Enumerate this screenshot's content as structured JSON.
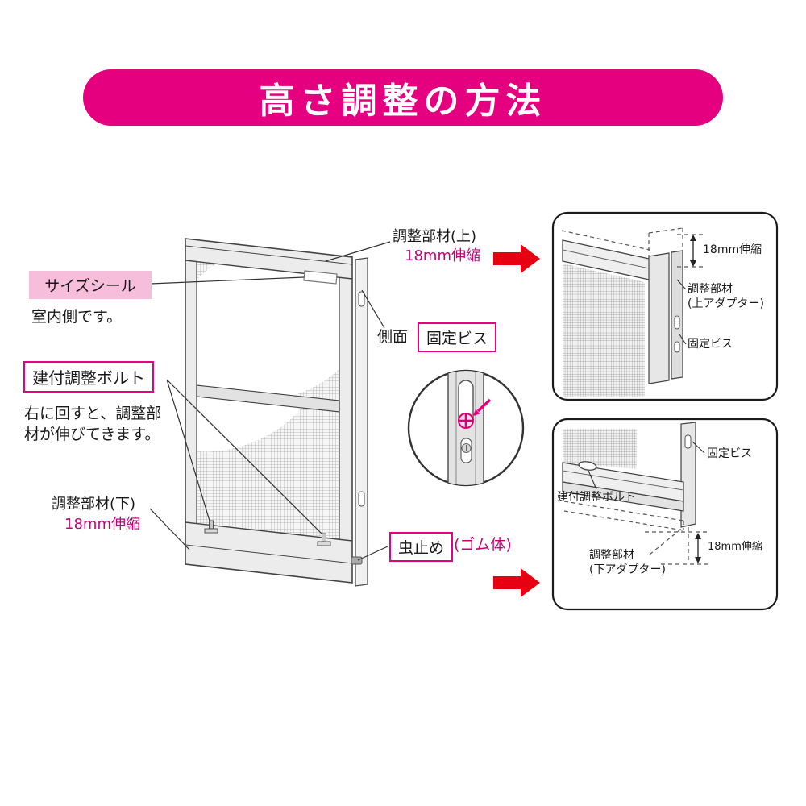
{
  "banner": {
    "title": "高さ調整の方法"
  },
  "colors": {
    "magenta": "#e4007f",
    "arrow_red": "#e60012",
    "pink_bg": "#f7bedb"
  },
  "main": {
    "size_seal": {
      "label": "サイズシール",
      "note": "室内側です。"
    },
    "adjust_bolt": {
      "label": "建付調整ボルト",
      "note_line1": "右に回すと、調整部",
      "note_line2": "材が伸びてきます。"
    },
    "adjust_lower": {
      "label": "調整部材(下)",
      "value": "18mm伸縮"
    },
    "adjust_upper": {
      "label": "調整部材(上)",
      "value": "18mm伸縮"
    },
    "side_label": "側面",
    "fixing_screw": "固定ビス",
    "bug_stop": {
      "label": "虫止め",
      "note": "(ゴム体)"
    }
  },
  "panel_top": {
    "stretch": "18mm伸縮",
    "adapter_line1": "調整部材",
    "adapter_line2": "(上アダプター)",
    "screw": "固定ビス"
  },
  "panel_bottom": {
    "screw": "固定ビス",
    "bolt": "建付調整ボルト",
    "adapter_line1": "調整部材",
    "adapter_line2": "(下アダプター)",
    "stretch": "18mm伸縮"
  }
}
